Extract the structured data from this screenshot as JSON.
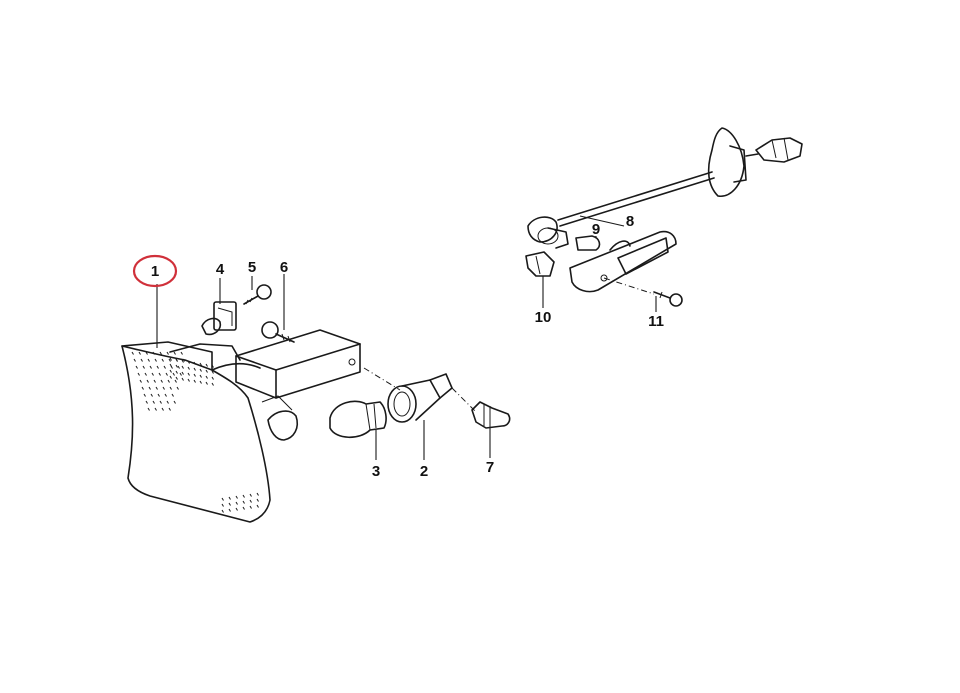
{
  "diagram": {
    "highlight_color": "#d0303a",
    "line_color": "#1a1a1a",
    "background": "#ffffff",
    "highlighted_callout": "1",
    "callouts": [
      {
        "id": "c1",
        "label": "1"
      },
      {
        "id": "c2",
        "label": "2"
      },
      {
        "id": "c3",
        "label": "3"
      },
      {
        "id": "c4",
        "label": "4"
      },
      {
        "id": "c5",
        "label": "5"
      },
      {
        "id": "c6",
        "label": "6"
      },
      {
        "id": "c7",
        "label": "7"
      },
      {
        "id": "c8",
        "label": "8"
      },
      {
        "id": "c9",
        "label": "9"
      },
      {
        "id": "c10",
        "label": "10"
      },
      {
        "id": "c11",
        "label": "11"
      }
    ]
  }
}
